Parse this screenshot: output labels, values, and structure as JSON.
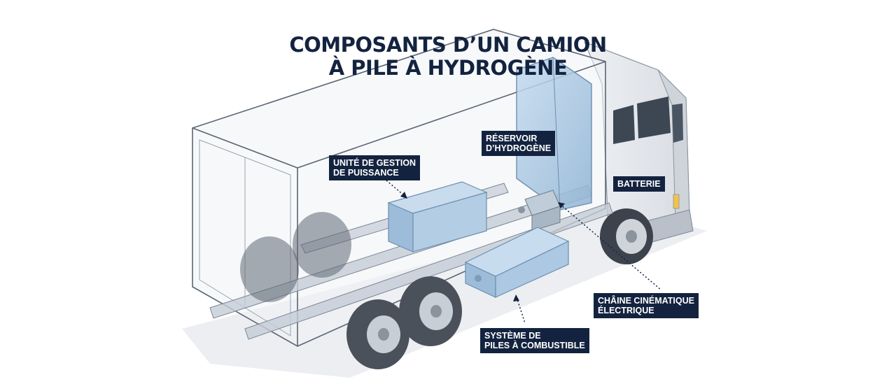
{
  "title": {
    "line1": "COMPOSANTS D’UN CAMION",
    "line2": "À PILE À HYDROGÈNE"
  },
  "labels": {
    "power_unit": {
      "line1": "UNITÉ DE GESTION",
      "line2": "DE PUISSANCE"
    },
    "hydrogen_tank": {
      "line1": "RÉSERVOIR",
      "line2": "D’HYDROGÈNE"
    },
    "battery": {
      "line1": "BATTERIE"
    },
    "drivetrain": {
      "line1": "CHÂINE CINÉMATIQUE",
      "line2": "ÉLECTRIQUE"
    },
    "fuel_cell": {
      "line1": "SYSTÈME DE",
      "line2": "PILES À COMBUSTIBLE"
    }
  },
  "colors": {
    "label_bg": "#13233f",
    "component_blue": "#9fc0dd",
    "truck_outline": "#6f7a88",
    "truck_fill": "#e6e9ee"
  }
}
